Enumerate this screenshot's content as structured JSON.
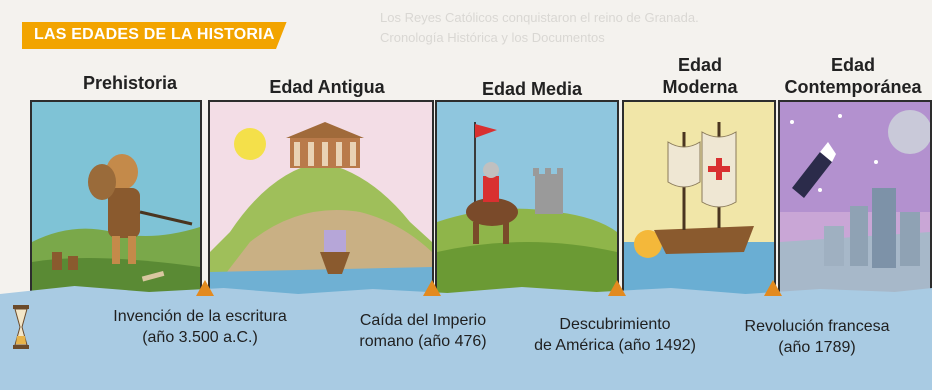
{
  "header": {
    "title": "LAS EDADES DE LA HISTORIA"
  },
  "bleed_text": [
    "Los Reyes Católicos conquistaron el reino de Granada.",
    "Cronología Histórica y los Documentos"
  ],
  "eras": [
    {
      "line1": "Prehistoria",
      "line2": ""
    },
    {
      "line1": "Edad Antigua",
      "line2": ""
    },
    {
      "line1": "Edad Media",
      "line2": ""
    },
    {
      "line1": "Edad",
      "line2": "Moderna"
    },
    {
      "line1": "Edad",
      "line2": "Contemporánea"
    }
  ],
  "events": [
    {
      "line1": "Invención de la escritura",
      "line2": "(año 3.500 a.C.)"
    },
    {
      "line1": "Caída del Imperio",
      "line2": "romano (año 476)"
    },
    {
      "line1": "Descubrimiento",
      "line2": "de América (año 1492)"
    },
    {
      "line1": "Revolución francesa",
      "line2": "(año 1789)"
    }
  ],
  "colors": {
    "header_bg": "#f2a400",
    "band": "#a9cbe3",
    "marker": "#e38a1f"
  },
  "icons": [
    "hourglass-icon",
    "flag-icon",
    "cross-icon",
    "shuttle-icon"
  ]
}
